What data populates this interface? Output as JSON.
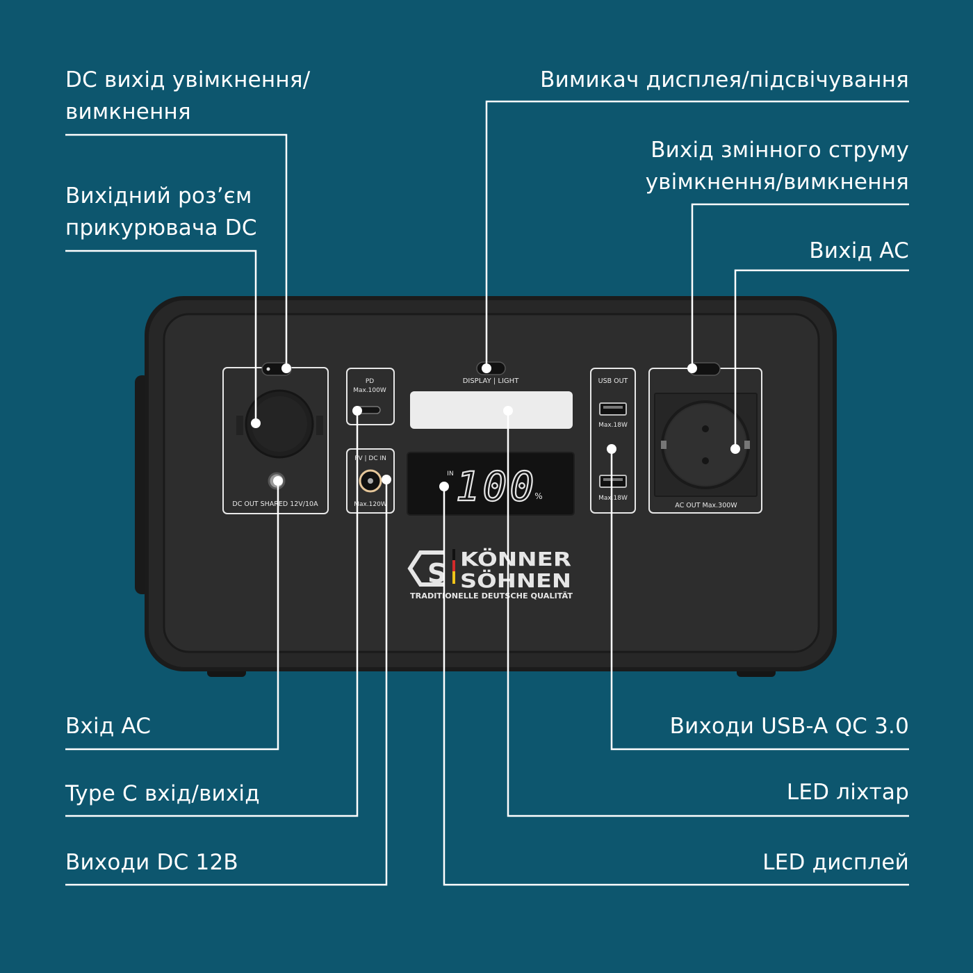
{
  "labels": {
    "dc_out_switch": "DC вихід увімкнення/\nвимкнення",
    "car_socket": "Вихідний роз’єм\nприкурювача DC",
    "display_switch": "Вимикач дисплея/підсвічування",
    "ac_out_switch": "Вихід змінного струму\nувімкнення/вимкнення",
    "ac_out": "Вихід AC",
    "ac_in": "Вхід AC",
    "type_c": "Type C вхід/вихід",
    "dc_12v": "Виходи DC 12В",
    "usb_a": "Виходи USB-A QC 3.0",
    "led_light": "LED ліхтар",
    "led_display": "LED дисплей"
  },
  "device": {
    "dc_panel_label": "DC OUT SHARED 12V/10A",
    "pd_label_1": "PD",
    "pd_label_2": "Max.100W",
    "pv_label_1": "PV | DC IN",
    "pv_label_2": "Max.120W",
    "display_light_label": "DISPLAY | LIGHT",
    "screen_in": "IN",
    "screen_value": "100",
    "screen_unit": "%",
    "usb_out_label": "USB OUT",
    "usb_max_1": "Max.18W",
    "usb_max_2": "Max.18W",
    "ac_panel_label": "AC OUT Max.300W",
    "brand_line_1": "KÖNNER",
    "brand_line_2": "SÖHNEN",
    "brand_tagline": "TRADITIONELLE DEUTSCHE QUALITÄT",
    "logo_mark": "KS"
  },
  "colors": {
    "background": "#0d566e",
    "device_body": "#262626",
    "leader_line": "#ffffff"
  }
}
